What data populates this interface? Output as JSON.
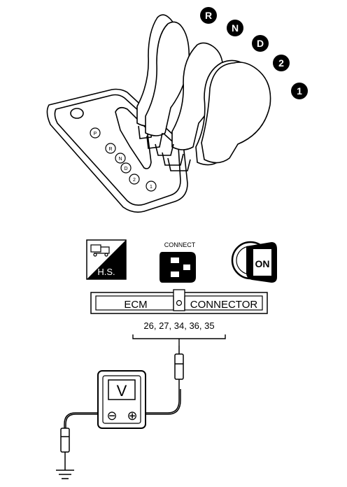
{
  "gear_positions": [
    "R",
    "N",
    "D",
    "2",
    "1"
  ],
  "gate_labels": [
    "P",
    "R",
    "N",
    "D",
    "2",
    "1"
  ],
  "icons": {
    "hs": {
      "icon": "hot-standby-icon",
      "label": "H.S."
    },
    "connect": {
      "icon": "connector-icon",
      "label": "CONNECT"
    },
    "ignition": {
      "icon": "ignition-key-icon",
      "label": "ON"
    }
  },
  "connector_bar": {
    "left_label": "ECM",
    "right_label": "CONNECTOR"
  },
  "terminals_label": "26, 27, 34, 36, 35",
  "voltmeter": {
    "display": "V",
    "negative": "⊖",
    "positive": "⊕"
  },
  "colors": {
    "line": "#000000",
    "background": "#ffffff"
  }
}
